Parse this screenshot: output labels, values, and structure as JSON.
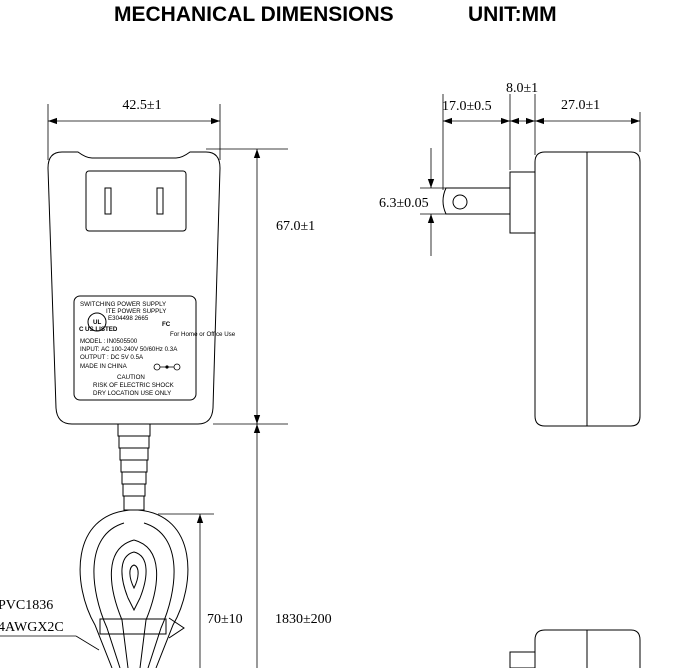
{
  "header": {
    "title": "MECHANICAL DIMENSIONS",
    "unit": "UNIT:MM"
  },
  "dimensions": {
    "body_width": "42.5±1",
    "body_height": "67.0±1",
    "pin_extension": "17.0±0.5",
    "flange_thickness": "8.0±1",
    "body_depth": "27.0±1",
    "pin_height": "6.3±0.05",
    "cable_coil": "70±10",
    "cable_length": "1830±200"
  },
  "label": {
    "line1": "SWITCHING POWER SUPPLY",
    "cert1": "ITE POWER SUPPLY",
    "cert2": "E304498 2665",
    "listed": "US LISTED",
    "ul_c": "C",
    "ul_mark": "UL",
    "fc": "FC",
    "fcc_note": "For Home or Office Use",
    "model": "MODEL : IN0505500",
    "input": "INPUT: AC 100-240V 50/60Hz 0.3A",
    "output": "OUTPUT : DC 5V 0.5A",
    "made_in": "MADE IN CHINA",
    "caution": "CAUTION",
    "warning1": "RISK OF ELECTRIC SHOCK",
    "warning2": "DRY LOCATION USE ONLY"
  },
  "cable": {
    "type_line1": "PVC1836",
    "type_line2": "4AWGX2C"
  }
}
